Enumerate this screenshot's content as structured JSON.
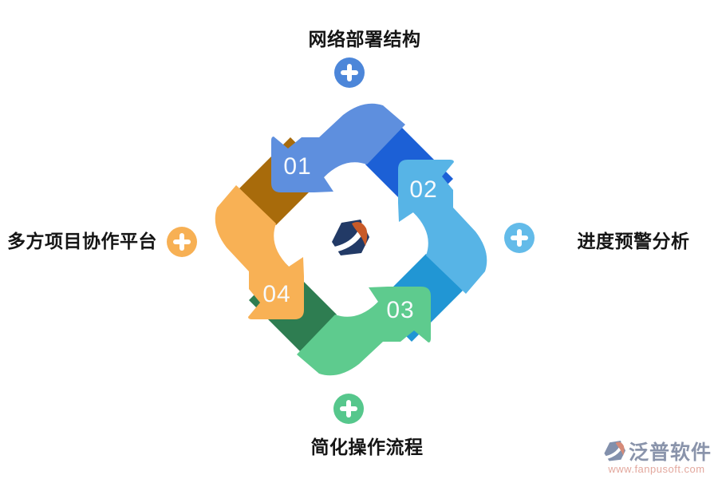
{
  "diagram": {
    "type": "cycle",
    "direction": "counterclockwise",
    "steps": [
      {
        "number": "01",
        "label": "网络部署结构",
        "position": "top",
        "arrow_color": "#5e8fde",
        "fold_color": "#1c60d6",
        "icon_color": "#4c86d9"
      },
      {
        "number": "02",
        "label": "进度预警分析",
        "position": "right",
        "arrow_color": "#57b4e6",
        "fold_color": "#2196d4",
        "icon_color": "#63bbe9"
      },
      {
        "number": "03",
        "label": "简化操作流程",
        "position": "bottom",
        "arrow_color": "#5ecb8e",
        "fold_color": "#2e7d51",
        "icon_color": "#56c78c"
      },
      {
        "number": "04",
        "label": "多方项目协作平台",
        "position": "left",
        "arrow_color": "#f8b155",
        "fold_color": "#a86b0b",
        "icon_color": "#f7b054"
      }
    ],
    "center_logo": {
      "name": "fanpusoft-logo",
      "body_color": "#223a66",
      "accent_color": "#c85a28"
    }
  },
  "watermark": {
    "brand": "泛普软件",
    "url": "www.fanpusoft.com",
    "brand_color": "#8a94ab",
    "url_color": "#e3a89e",
    "logo_body_color": "#8290ac",
    "logo_accent_color": "#d68a78"
  }
}
